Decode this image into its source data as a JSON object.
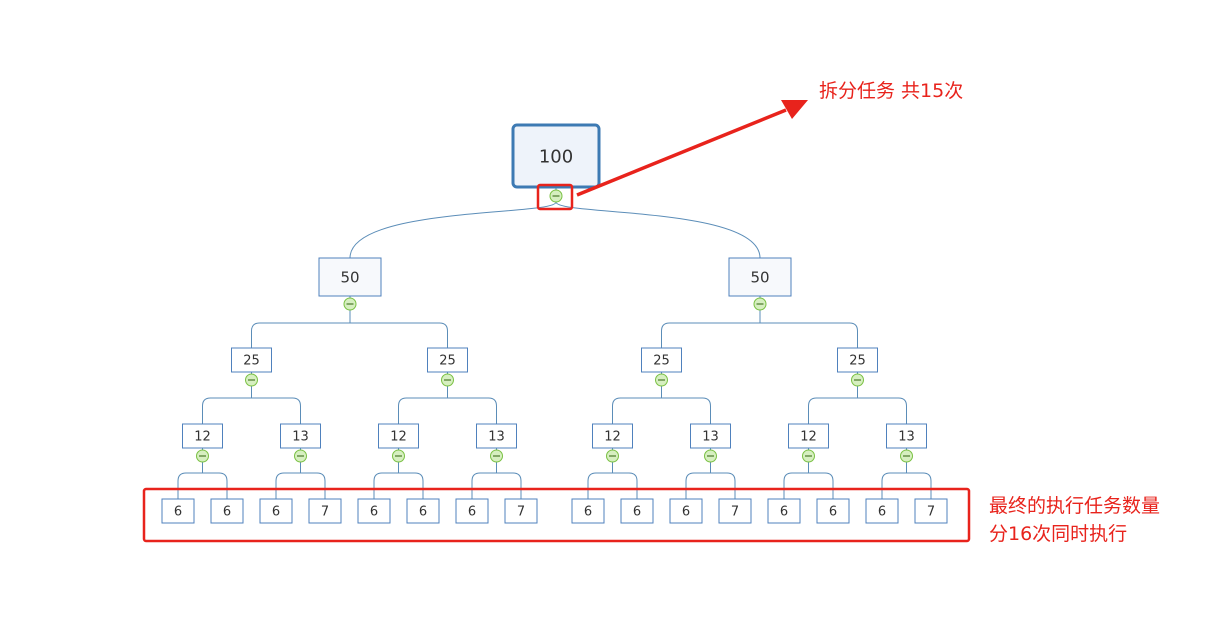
{
  "tree": {
    "value": "100",
    "children": [
      {
        "value": "50",
        "children": [
          {
            "value": "25",
            "children": [
              {
                "value": "12",
                "children": [
                  {
                    "value": "6"
                  },
                  {
                    "value": "6"
                  }
                ]
              },
              {
                "value": "13",
                "children": [
                  {
                    "value": "6"
                  },
                  {
                    "value": "7"
                  }
                ]
              }
            ]
          },
          {
            "value": "25",
            "children": [
              {
                "value": "12",
                "children": [
                  {
                    "value": "6"
                  },
                  {
                    "value": "6"
                  }
                ]
              },
              {
                "value": "13",
                "children": [
                  {
                    "value": "6"
                  },
                  {
                    "value": "7"
                  }
                ]
              }
            ]
          }
        ]
      },
      {
        "value": "50",
        "children": [
          {
            "value": "25",
            "children": [
              {
                "value": "12",
                "children": [
                  {
                    "value": "6"
                  },
                  {
                    "value": "6"
                  }
                ]
              },
              {
                "value": "13",
                "children": [
                  {
                    "value": "6"
                  },
                  {
                    "value": "7"
                  }
                ]
              }
            ]
          },
          {
            "value": "25",
            "children": [
              {
                "value": "12",
                "children": [
                  {
                    "value": "6"
                  },
                  {
                    "value": "6"
                  }
                ]
              },
              {
                "value": "13",
                "children": [
                  {
                    "value": "6"
                  },
                  {
                    "value": "7"
                  }
                ]
              }
            ]
          }
        ]
      }
    ]
  },
  "annotations": {
    "split_tasks": "拆分任务 共15次",
    "final_tasks": "最终的执行任务数量 分16次同时执行"
  },
  "colors": {
    "annotation": "#e8231c",
    "connector": "#5b8db8",
    "collapse_button": "#7ac143",
    "root_border": "#3d7ab3",
    "node_border": "#4f81bd",
    "root_fill": "#eef3fa"
  }
}
